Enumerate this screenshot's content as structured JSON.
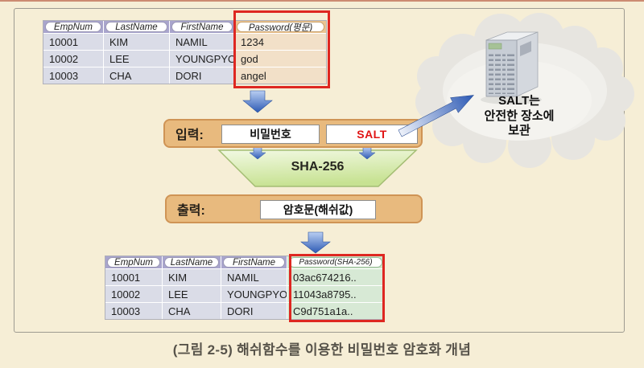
{
  "colors": {
    "accent_red_box": "#de2721",
    "salt_text_red": "#e01414",
    "bar_orange": "#e8ba7e",
    "arrow_blue": "#2d5ab4",
    "header_lavender": "#a9a5cd",
    "plain_password_tan": "#f2e0c8",
    "hashed_password_green": "#d7e9d5",
    "funnel_green": "#c7e292",
    "background_cream": "#f6eed6"
  },
  "tables": {
    "plain": {
      "headers": [
        "EmpNum",
        "LastName",
        "FirstName",
        "Password(평문)"
      ],
      "rows": [
        [
          "10001",
          "KIM",
          "NAMIL",
          "1234"
        ],
        [
          "10002",
          "LEE",
          "YOUNGPYO",
          "god"
        ],
        [
          "10003",
          "CHA",
          "DORI",
          "angel"
        ]
      ]
    },
    "hashed": {
      "headers": [
        "EmpNum",
        "LastName",
        "FirstName",
        "Password(SHA-256)"
      ],
      "rows": [
        [
          "10001",
          "KIM",
          "NAMIL",
          "03ac674216.."
        ],
        [
          "10002",
          "LEE",
          "YOUNGPYO",
          "11043a8795.."
        ],
        [
          "10003",
          "CHA",
          "DORI",
          "C9d751a1a.."
        ]
      ]
    }
  },
  "flow": {
    "input_label": "입력:",
    "password_box_label": "비밀번호",
    "salt_box_label": "SALT",
    "hash_label": "SHA-256",
    "output_label": "출력:",
    "output_box_label": "암호문(해쉬값)"
  },
  "cloud_note": {
    "line1": "SALT는",
    "line2": "안전한 장소에",
    "line3": "보관"
  },
  "caption": "(그림 2-5) 해쉬함수를 이용한 비밀번호 암호화 개념"
}
